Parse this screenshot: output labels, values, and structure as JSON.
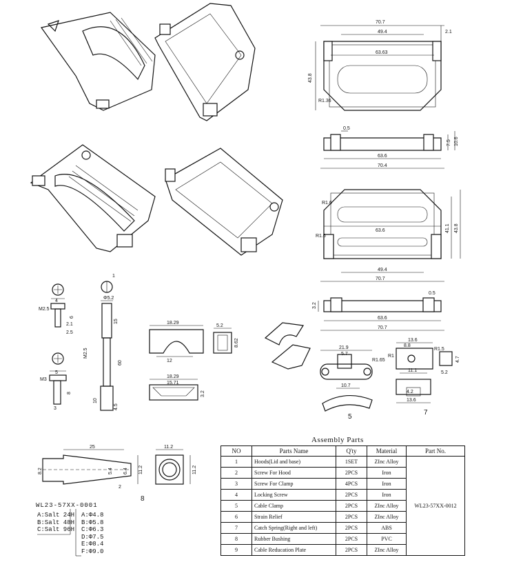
{
  "top_view": {
    "dims": [
      "70.7",
      "49.4",
      "2.1",
      "63.63",
      "43.8",
      "R1.36"
    ]
  },
  "side_view_1": {
    "dims": [
      "0.5",
      "7.5",
      "10.6",
      "63.6",
      "70.4"
    ]
  },
  "bottom_view": {
    "dims": [
      "R1.6",
      "R1.6",
      "41.1",
      "43.8",
      "63.6",
      "49.4",
      "70.7"
    ]
  },
  "side_view_2": {
    "dims": [
      "3.2",
      "0.5",
      "63.6",
      "70.7"
    ]
  },
  "screw_hood": {
    "dims": [
      "4",
      "M2.5",
      "6",
      "2.1",
      "2.5"
    ]
  },
  "screw_clamp": {
    "dims": [
      "5",
      "M3",
      "8",
      "3"
    ]
  },
  "locking_screw": {
    "dims": [
      "1",
      "Φ5.2",
      "15",
      "M2.5",
      "60",
      "10",
      "4.5"
    ]
  },
  "clamp_half": {
    "dims": [
      "18.29",
      "12"
    ]
  },
  "clamp_side": {
    "dims": [
      "5.2",
      "8.62"
    ]
  },
  "clamp_plan": {
    "dims": [
      "18.29",
      "15.71",
      "3.2"
    ]
  },
  "strain_relief": {
    "dims": [
      "21.9",
      "5.7",
      "R1.65",
      "10.7"
    ],
    "label": "5"
  },
  "catch_spring": {
    "dims": [
      "13.6",
      "8.8",
      "R1.5",
      "R1",
      "11.1",
      "4.7",
      "5.2",
      "4.2",
      "13.6"
    ],
    "label": "7"
  },
  "bushing": {
    "dims": [
      "25",
      "8.2",
      "5.4",
      "6.4",
      "11.2",
      "2",
      "11.2",
      "11.2"
    ],
    "label": "8"
  },
  "order_code": {
    "code": "WL23-57XX-0001",
    "left_options": [
      "A:Salt 24H",
      "B:Salt 48H",
      "C:Salt 96H"
    ],
    "right_options": [
      "A:Φ4.8",
      "B:Φ5.8",
      "C:Φ6.3",
      "D:Φ7.5",
      "E:Φ8.4",
      "F:Φ9.0"
    ]
  },
  "assembly": {
    "title": "Assembly Parts",
    "headers": [
      "NO",
      "Parts Name",
      "Q'ty",
      "Material",
      "Part No."
    ],
    "part_no": "WL23-57XX-0012",
    "rows": [
      {
        "no": "1",
        "name": "Hoods(Lid and base)",
        "qty": "1SET",
        "material": "ZInc Alloy"
      },
      {
        "no": "2",
        "name": "Screw For Hood",
        "qty": "2PCS",
        "material": "Iron"
      },
      {
        "no": "3",
        "name": "Screw For Clamp",
        "qty": "4PCS",
        "material": "Iron"
      },
      {
        "no": "4",
        "name": "Locking Screw",
        "qty": "2PCS",
        "material": "Iron"
      },
      {
        "no": "5",
        "name": "Cable Clamp",
        "qty": "2PCS",
        "material": "ZInc Alloy"
      },
      {
        "no": "6",
        "name": "Strain Relief",
        "qty": "2PCS",
        "material": "ZInc Alloy"
      },
      {
        "no": "7",
        "name": "Catch Spring(Right and left)",
        "qty": "2PCS",
        "material": "ABS"
      },
      {
        "no": "8",
        "name": "Rubber Bushing",
        "qty": "2PCS",
        "material": "PVC"
      },
      {
        "no": "9",
        "name": "Cable Reducation Plate",
        "qty": "2PCS",
        "material": "ZInc Alloy"
      }
    ]
  }
}
